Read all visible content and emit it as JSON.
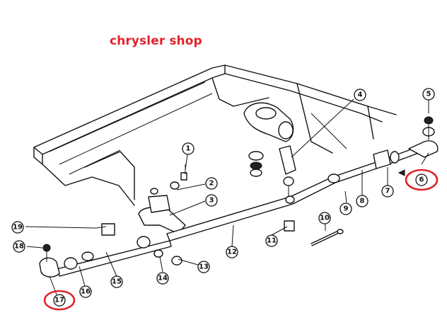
{
  "watermark": "chrysler shop",
  "colors": {
    "highlight": "#e0232b",
    "line": "#111111",
    "background": "#ffffff"
  },
  "callouts": [
    {
      "id": "1",
      "highlighted": false
    },
    {
      "id": "2",
      "highlighted": false
    },
    {
      "id": "3",
      "highlighted": false
    },
    {
      "id": "4",
      "highlighted": false
    },
    {
      "id": "5",
      "highlighted": false
    },
    {
      "id": "6",
      "highlighted": true
    },
    {
      "id": "7",
      "highlighted": false
    },
    {
      "id": "8",
      "highlighted": false
    },
    {
      "id": "9",
      "highlighted": false
    },
    {
      "id": "10",
      "highlighted": false
    },
    {
      "id": "11",
      "highlighted": false
    },
    {
      "id": "12",
      "highlighted": false
    },
    {
      "id": "13",
      "highlighted": false
    },
    {
      "id": "14",
      "highlighted": false
    },
    {
      "id": "15",
      "highlighted": false
    },
    {
      "id": "16",
      "highlighted": false
    },
    {
      "id": "17",
      "highlighted": true
    },
    {
      "id": "18",
      "highlighted": false
    },
    {
      "id": "19",
      "highlighted": false
    }
  ]
}
